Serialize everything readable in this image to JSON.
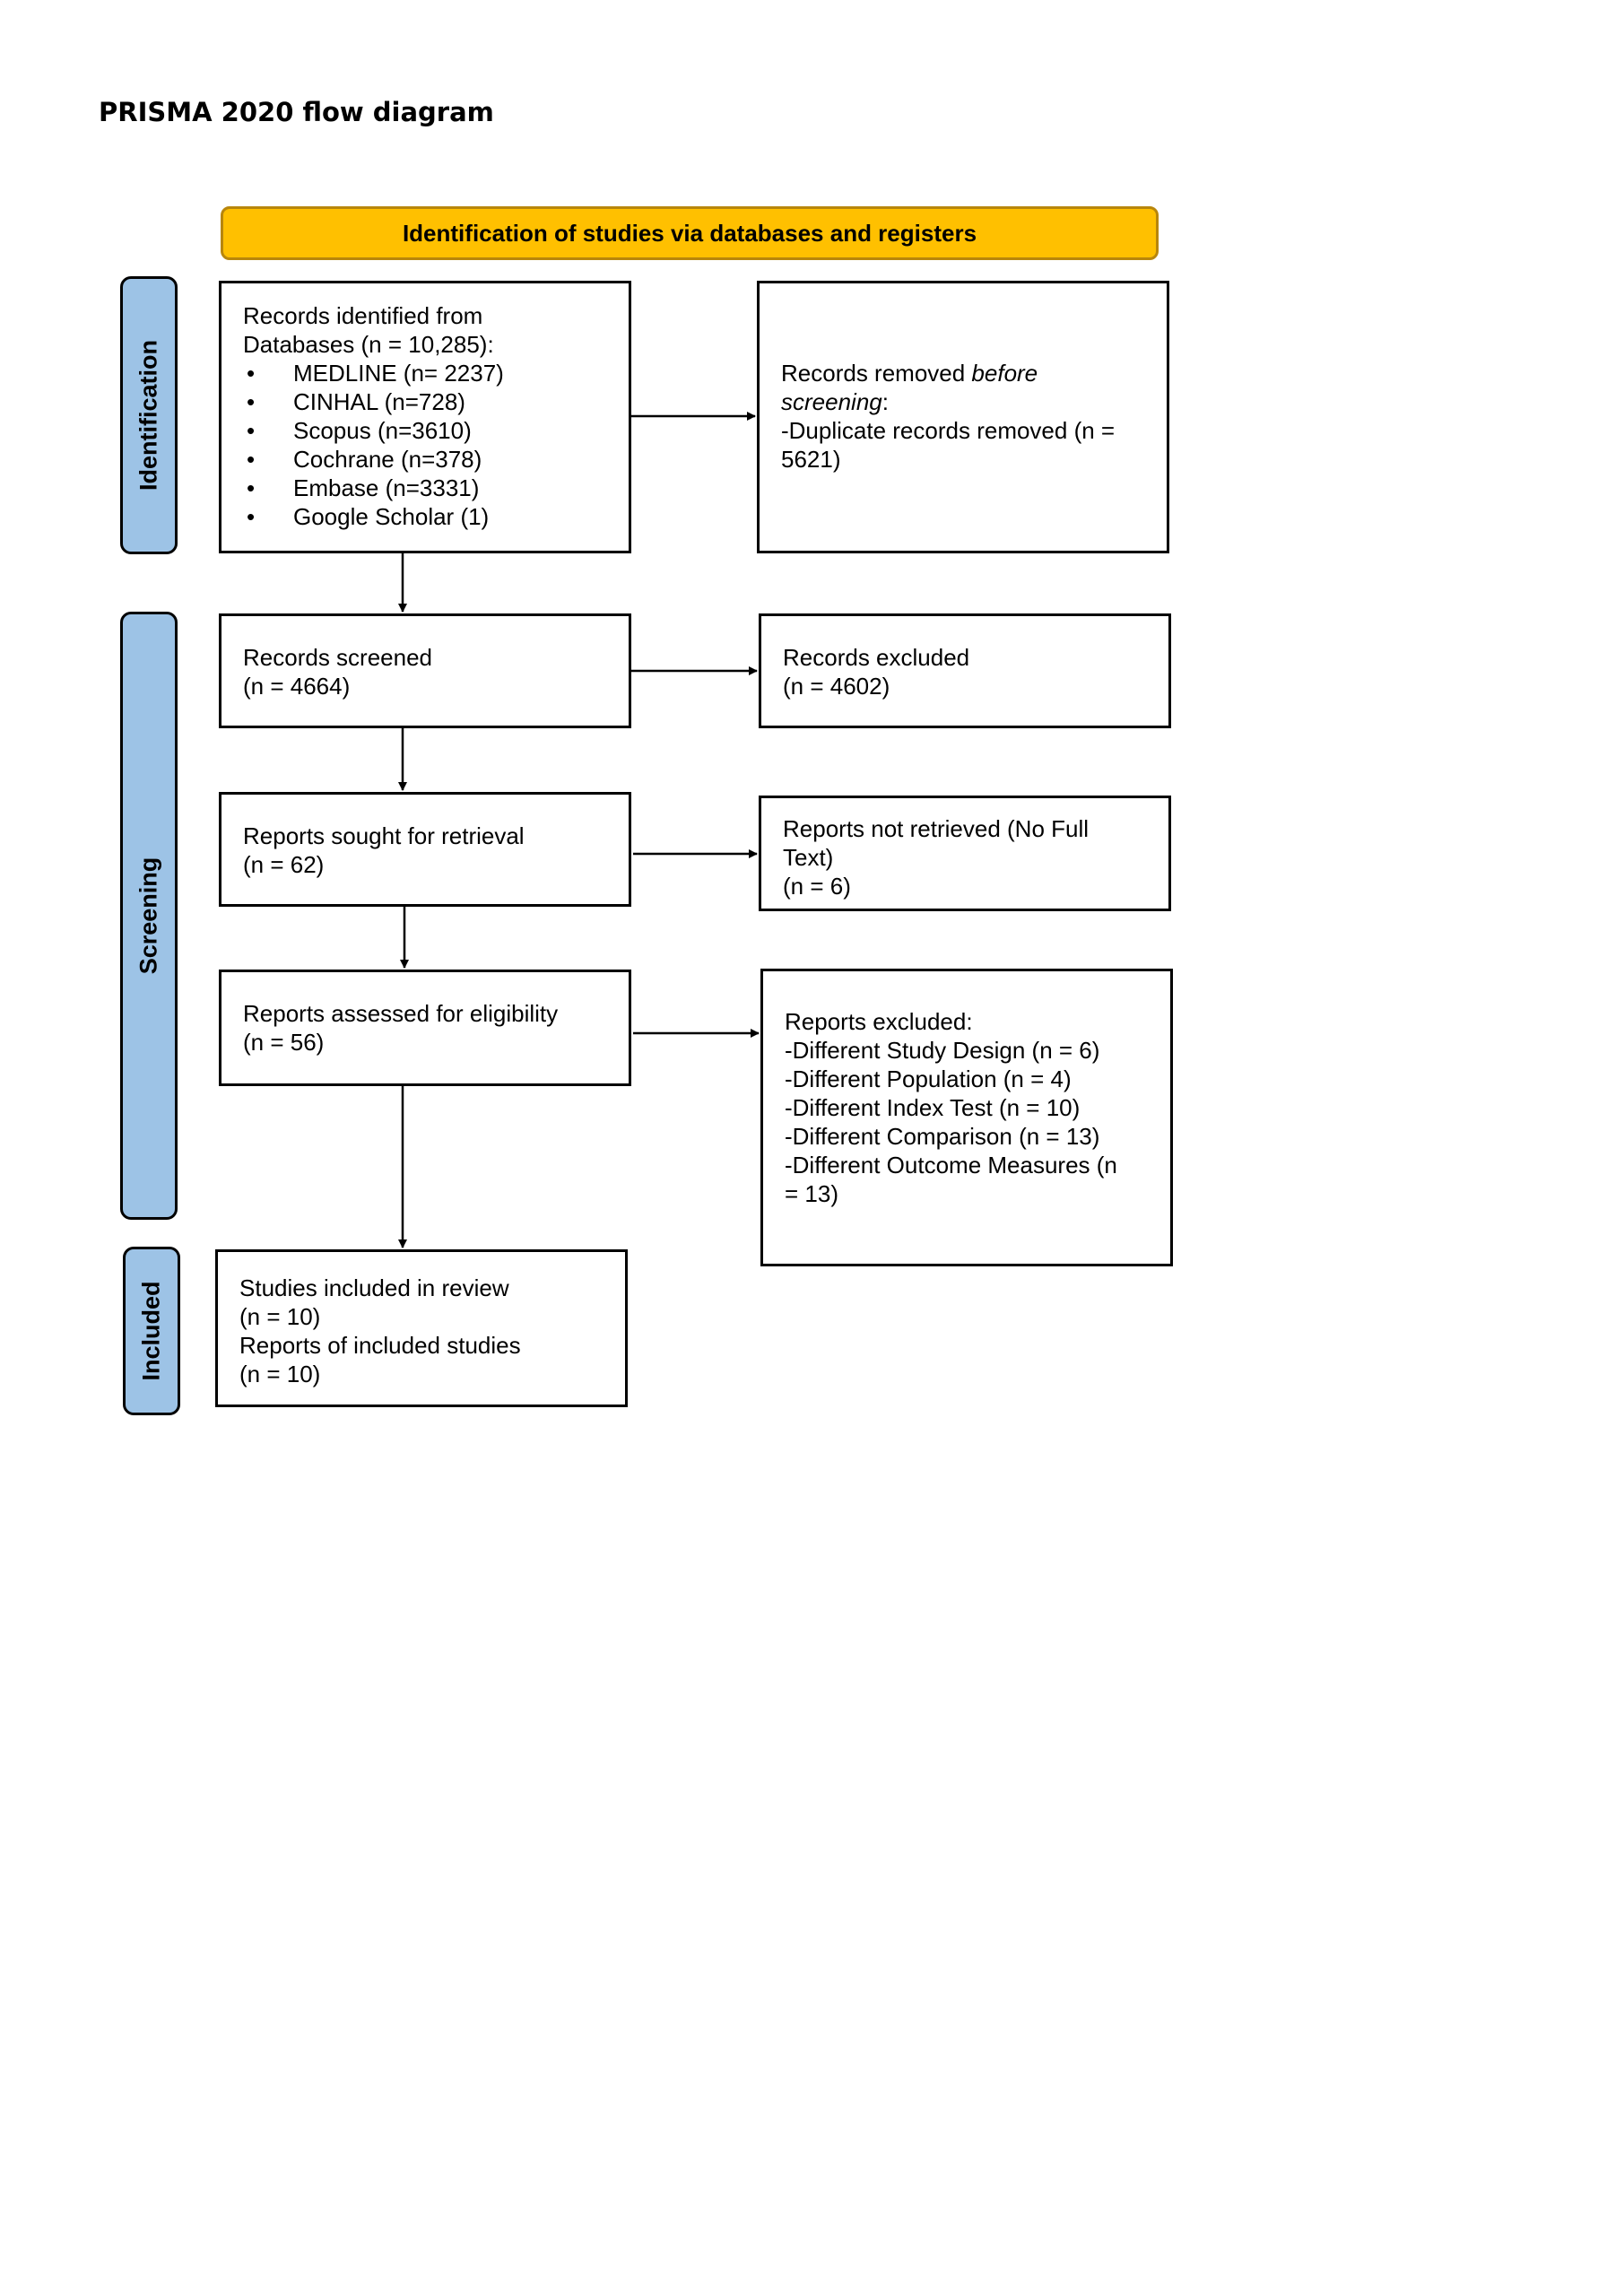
{
  "title": "PRISMA 2020 flow diagram",
  "header": "Identification of studies via databases and registers",
  "phases": {
    "identification": "Identification",
    "screening": "Screening",
    "included": "Included"
  },
  "records_identified": {
    "line1": "Records identified from",
    "line2": "Databases (n = 10,285):",
    "databases": [
      "MEDLINE (n= 2237)",
      "CINHAL (n=728)",
      "Scopus (n=3610)",
      "Cochrane (n=378)",
      "Embase (n=3331)",
      "Google Scholar (1)"
    ]
  },
  "records_removed": {
    "prefix": "Records removed ",
    "emph1": "before",
    "emph2": "screening",
    "suffix": ":",
    "line3": "-Duplicate records removed (n =",
    "line4": "5621)"
  },
  "records_screened": {
    "line1": "Records screened",
    "line2": "(n = 4664)"
  },
  "records_excluded": {
    "line1": "Records excluded",
    "line2": "(n = 4602)"
  },
  "reports_sought": {
    "line1": "Reports sought for retrieval",
    "line2": "(n = 62)"
  },
  "reports_not_retrieved": {
    "line1": "Reports not retrieved (No Full",
    "line2": "Text)",
    "line3": "(n = 6)"
  },
  "reports_assessed": {
    "line1": "Reports assessed for eligibility",
    "line2": "(n = 56)"
  },
  "reports_excluded": {
    "lines": [
      "Reports excluded:",
      "-Different Study Design (n = 6)",
      "-Different Population (n = 4)",
      "-Different Index Test (n = 10)",
      "-Different Comparison (n = 13)",
      "-Different Outcome Measures (n",
      "= 13)"
    ]
  },
  "studies_included": {
    "line1": "Studies included in review",
    "line2": "(n = 10)",
    "line3": "Reports of included studies",
    "line4": "(n = 10)"
  }
}
